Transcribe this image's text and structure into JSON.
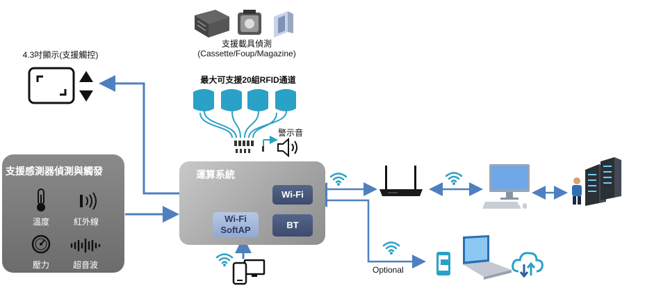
{
  "display": {
    "label": "4.3吋顯示(支援觸控)"
  },
  "carrier": {
    "line1": "支援載具偵測",
    "line2": "(Cassette/Foup/Magazine)"
  },
  "rfid": {
    "label": "最大可支援20組RFID通道"
  },
  "alarm": {
    "label": "警示音"
  },
  "sensors": {
    "title": "支援感測器偵測與觸發",
    "items": [
      {
        "label": "溫度",
        "icon": "thermometer-icon"
      },
      {
        "label": "紅外線",
        "icon": "infrared-icon"
      },
      {
        "label": "壓力",
        "icon": "pressure-gauge-icon"
      },
      {
        "label": "超音波",
        "icon": "ultrasonic-wave-icon"
      }
    ]
  },
  "compute": {
    "title": "運算系統",
    "wifi": "Wi-Fi",
    "bt": "BT",
    "softap_line1": "Wi-Fi",
    "softap_line2": "SoftAP"
  },
  "optional": {
    "label": "Optional"
  },
  "colors": {
    "arrow": "#4f7fc0",
    "rfid": "#2aa1c7",
    "compute_chip": "#3f4f73",
    "softap": "#a7badd",
    "wifi_icon": "#2aa1c7"
  }
}
